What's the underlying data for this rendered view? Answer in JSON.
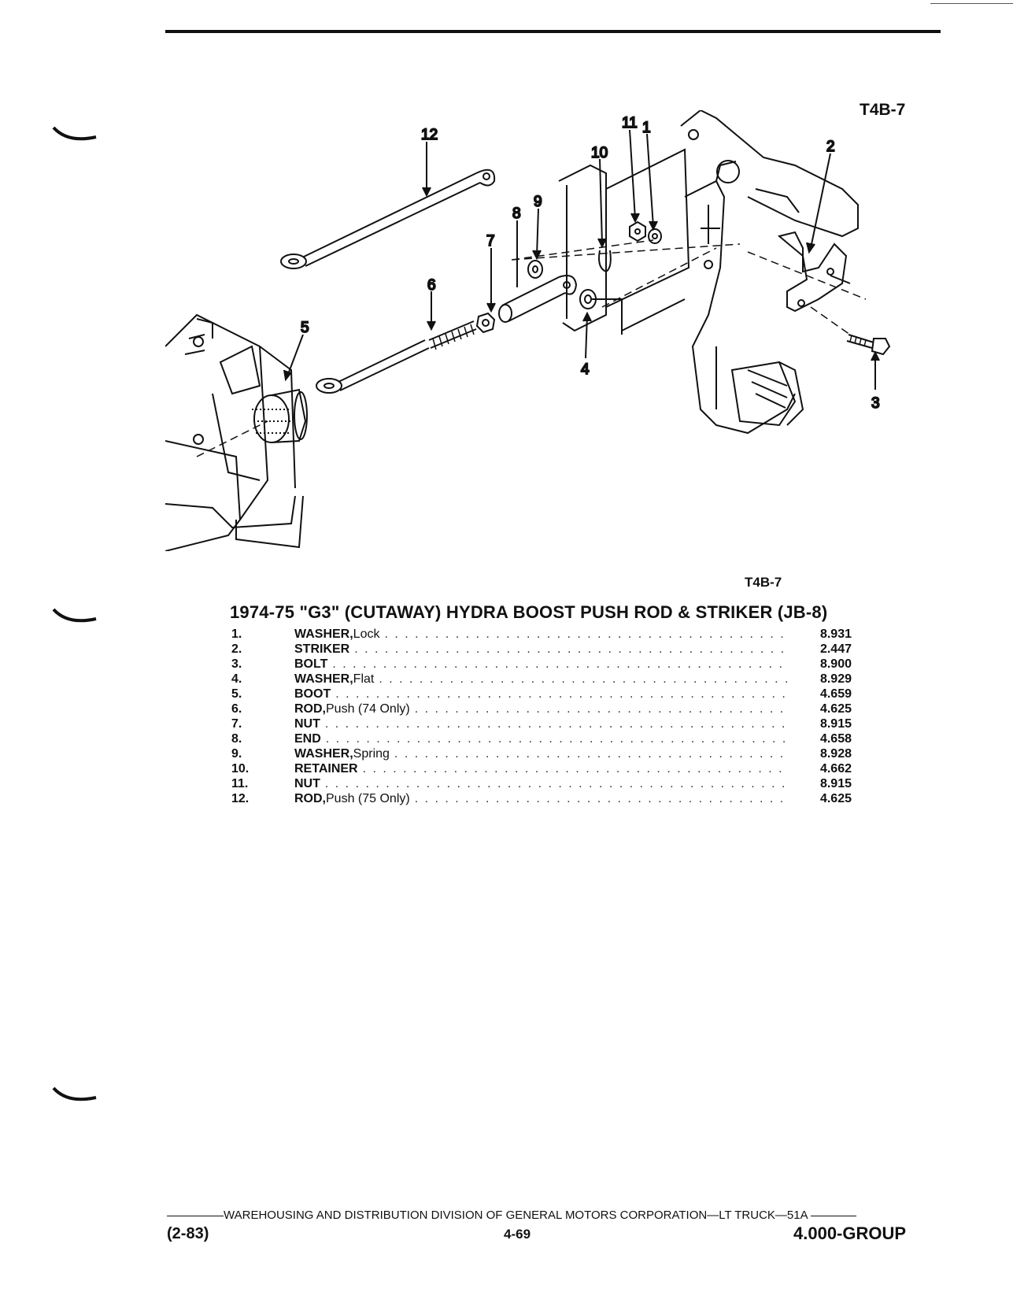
{
  "figure": {
    "ref_top": "T4B-7",
    "ref_caption": "T4B-7",
    "callouts": [
      "1",
      "2",
      "3",
      "4",
      "5",
      "6",
      "7",
      "8",
      "9",
      "10",
      "11",
      "12"
    ]
  },
  "title": "1974-75 \"G3\" (CUTAWAY) HYDRA BOOST PUSH ROD & STRIKER (JB-8)",
  "parts": [
    {
      "num": "1.",
      "name": "WASHER,",
      "detail": " Lock",
      "ref": "8.931"
    },
    {
      "num": "2.",
      "name": "STRIKER",
      "detail": "",
      "ref": "2.447"
    },
    {
      "num": "3.",
      "name": "BOLT",
      "detail": "",
      "ref": "8.900"
    },
    {
      "num": "4.",
      "name": "WASHER,",
      "detail": " Flat",
      "ref": "8.929"
    },
    {
      "num": "5.",
      "name": "BOOT",
      "detail": "",
      "ref": "4.659"
    },
    {
      "num": "6.",
      "name": "ROD,",
      "detail": " Push (74 Only)",
      "ref": "4.625"
    },
    {
      "num": "7.",
      "name": "NUT",
      "detail": "",
      "ref": "8.915"
    },
    {
      "num": "8.",
      "name": "END",
      "detail": "",
      "ref": "4.658"
    },
    {
      "num": "9.",
      "name": "WASHER,",
      "detail": " Spring",
      "ref": "8.928"
    },
    {
      "num": "10.",
      "name": "RETAINER",
      "detail": "",
      "ref": "4.662"
    },
    {
      "num": "11.",
      "name": "NUT",
      "detail": "",
      "ref": "8.915"
    },
    {
      "num": "12.",
      "name": "ROD,",
      "detail": " Push (75 Only)",
      "ref": "4.625"
    }
  ],
  "footer": {
    "division": "WAREHOUSING AND DISTRIBUTION  DIVISION OF GENERAL MOTORS CORPORATION—LT TRUCK—51A",
    "date": "(2-83)",
    "page": "4-69",
    "group": "4.000-GROUP"
  }
}
